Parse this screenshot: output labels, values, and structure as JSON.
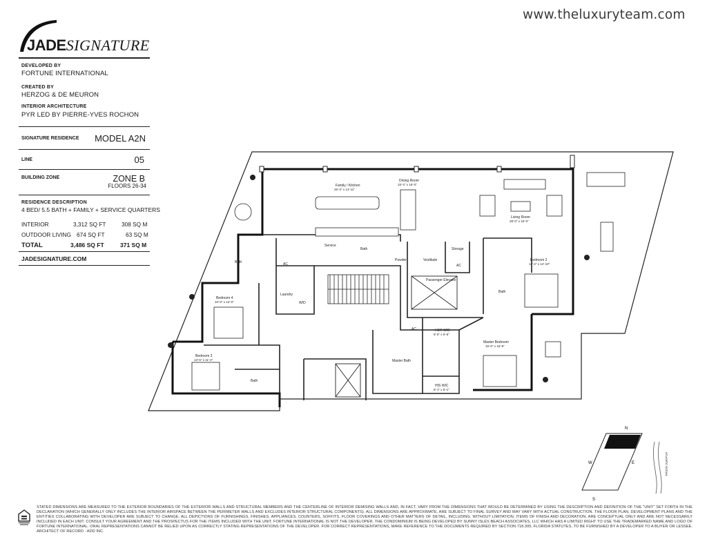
{
  "website_header": "www.theluxuryteam.com",
  "logo": {
    "jade": "JADE",
    "signature": "SIGNATURE"
  },
  "credits": {
    "developed_by_label": "DEVELOPED BY",
    "developed_by": "FORTUNE INTERNATIONAL",
    "created_by_label": "CREATED BY",
    "created_by": "HERZOG & DE MEURON",
    "interior_label": "INTERIOR ARCHITECTURE",
    "interior": "PYR LED BY PIERRE-YVES ROCHON"
  },
  "residence": {
    "signature_label": "SIGNATURE RESIDENCE",
    "model": "MODEL A2N",
    "line_label": "LINE",
    "line": "05",
    "zone_label": "BUILDING ZONE",
    "zone": "ZONE B",
    "floors": "FLOORS 26-34",
    "description_label": "RESIDENCE DESCRIPTION",
    "description": "4 BED/ 5.5 BATH + FAMILY + SERVICE QUARTERS"
  },
  "areas": [
    {
      "label": "INTERIOR",
      "sqft": "3,312 SQ FT",
      "sqm": "308 SQ M"
    },
    {
      "label": "OUTDOOR LIVING",
      "sqft": "674 SQ FT",
      "sqm": "63 SQ M"
    },
    {
      "label": "TOTAL",
      "sqft": "3,486 SQ FT",
      "sqm": "371 SQ M"
    }
  ],
  "site_url": "JADESIGNATURE.COM",
  "rooms": {
    "family_kitchen": "Family / Kitchen",
    "family_kitchen_dim": "26'-3\" x 14'-11\"",
    "dining": "Dining Room",
    "dining_dim": "15'-4\" x 16'-0\"",
    "living": "Living Room",
    "living_dim": "28'-0\" x 16'-0\"",
    "bedroom2": "Bedroom 2",
    "bedroom2_dim": "13'-2\" x 14'-10\"",
    "bedroom3": "Bedroom 3",
    "bedroom3_dim": "13'-5\" x 11'-2\"",
    "bedroom4": "Bedroom 4",
    "bedroom4_dim": "10'-0\" x 12'-0\"",
    "master_bedroom": "Master Bedroom",
    "master_bedroom_dim": "15'-0\" x 15'-9\"",
    "her_wic": "HER WIC",
    "her_wic_dim": "8'-0\" x 6'-8\"",
    "his_wic": "HIS WIC",
    "his_wic_dim": "8'-1\" x 5'-1\"",
    "master_bath": "Master Bath",
    "service": "Service",
    "laundry": "Laundry",
    "vestibule": "Vestibule",
    "storage": "Storage",
    "powder": "Powder",
    "elevator": "Passenger Elevator",
    "bath": "Bath",
    "ac": "AC",
    "wd": "W/D"
  },
  "compass": {
    "n": "N",
    "s": "S",
    "e": "E",
    "w": "W",
    "ocean": "ATLANTIC OCEAN"
  },
  "disclaimer": "STATED DIMENSIONS ARE MEASURED TO THE EXTERIOR BOUNDARIES OF THE EXTERIOR WALLS AND STRUCTURAL MEMBERS AND THE CENTERLINE OF INTERIOR DEMISING WALLS AND, IN FACT, VARY FROM THE DIMENSIONS THAT WOULD BE DETERMINED BY USING THE DESCRIPTION AND DEFINITION OF THE \"UNIT\" SET FORTH IN THE DECLARATION (WHICH GENERALLY ONLY INCLUDES THE INTERIOR AIRSPACE BETWEEN THE PERIMETER WALLS AND EXCLUDES INTERIOR STRUCTURAL COMPONENTS). ALL DIMENSIONS ARE APPROXIMATE, ARE SUBJECT TO FINAL SURVEY AND MAY VARY WITH ACTUAL CONSTRUCTION. THE FLOOR PLAN, DEVELOPMENT PLANS AND THE ENTITIES COLLABORATING WITH DEVELOPER ARE SUBJECT TO CHANGE. ALL DEPICTIONS OF FURNISHINGS, FINISHES, APPLIANCES, COUNTERS, SOFFITS, FLOOR COVERINGS AND OTHER MATTERS OF DETAIL, INCLUDING, WITHOUT LIMITATION, ITEMS OF FINISH AND DECORATION, ARE CONCEPTUAL ONLY AND ARE NOT NECESSARILY INCLUDED IN EACH UNIT. CONSULT YOUR AGREEMENT AND THE PROSPECTUS FOR THE ITEMS INCLUDED WITH THE UNIT. FORTUNE INTERNATIONAL IS NOT THE DEVELOPER. THE CONDOMINIUM IS BEING DEVELOPED BY SUNNY ISLES BEACH ASSOCIATES, LLC WHICH HAS A LIMITED RIGHT TO USE THE TRADEMARKED NAME AND LOGO OF FORTUNE INTERNATIONAL. ORAL REPRESENTATIONS CANNOT BE RELIED UPON AS CORRECTLY STATING REPRESENTATIONS OF THE DEVELOPER. FOR CORRECT REPRESENTATIONS, MAKE REFERENCE TO THE DOCUMENTS REQUIRED BY SECTION 718.305, FLORIDA STATUTES, TO BE FURNISHED BY A DEVELOPER TO A BUYER OR LESSEE. ARCHITECT OF RECORD - ADD INC."
}
